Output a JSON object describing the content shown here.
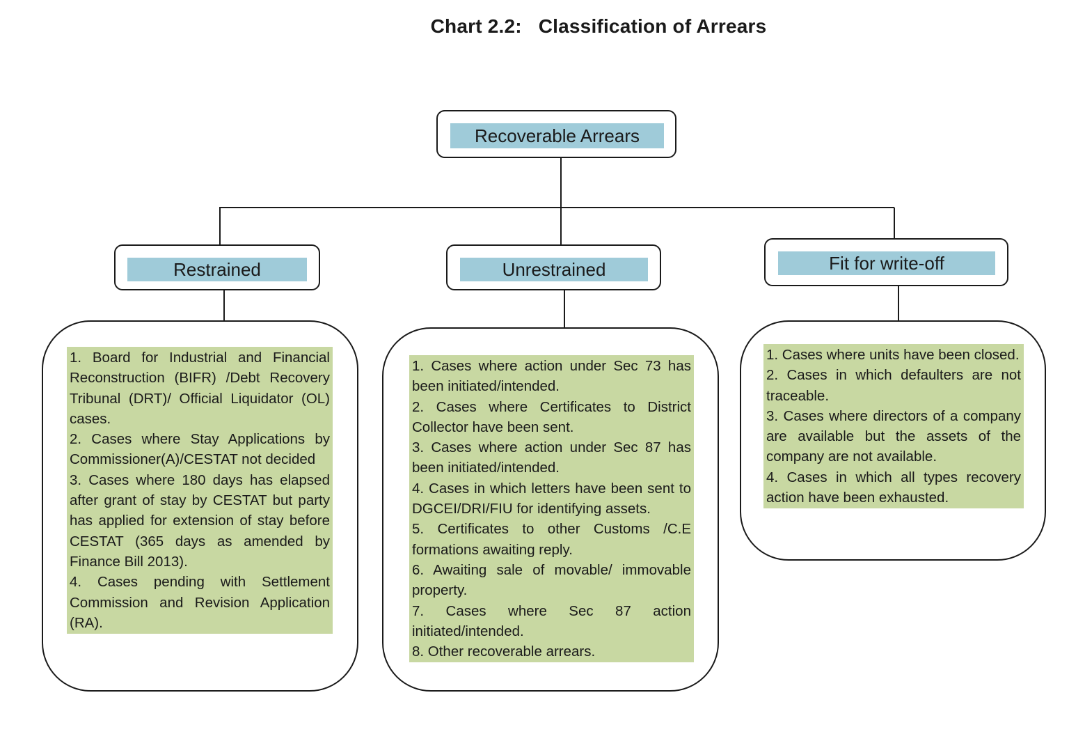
{
  "title": "Chart 2.2:   Classification of Arrears",
  "root": {
    "label": "Recoverable Arrears"
  },
  "categories": [
    {
      "label": "Restrained",
      "items": [
        "1. Board for Industrial and Financial Reconstruction (BIFR) /Debt Recovery Tribunal (DRT)/ Official Liquidator (OL) cases.",
        "2. Cases where Stay Applications by Commissioner(A)/CESTAT not decided",
        "3. Cases where 180 days has elapsed after grant of stay by CESTAT but party has applied for extension of stay before CESTAT (365 days as amended by Finance Bill 2013).",
        "4. Cases pending with Settlement Commission and Revision Application (RA)."
      ]
    },
    {
      "label": "Unrestrained",
      "items": [
        "1. Cases where action under Sec 73  has been initiated/intended.",
        "2. Cases where Certificates to District Collector have been sent.",
        "3. Cases where action under Sec 87 has been initiated/intended.",
        "4. Cases in which letters have been sent to DGCEI/DRI/FIU for identifying  assets.",
        "5. Certificates to other Customs /C.E formations awaiting reply.",
        "6. Awaiting sale of movable/ immovable property.",
        "7. Cases where Sec 87 action initiated/intended.",
        "8. Other recoverable arrears."
      ]
    },
    {
      "label": "Fit for write-off",
      "items": [
        "1. Cases where units have been closed.",
        "2. Cases in which defaulters are not traceable.",
        "3. Cases where directors of a company are available but the assets of the company are not available.",
        "4. Cases in which all types recovery action have been exhausted."
      ]
    }
  ]
}
